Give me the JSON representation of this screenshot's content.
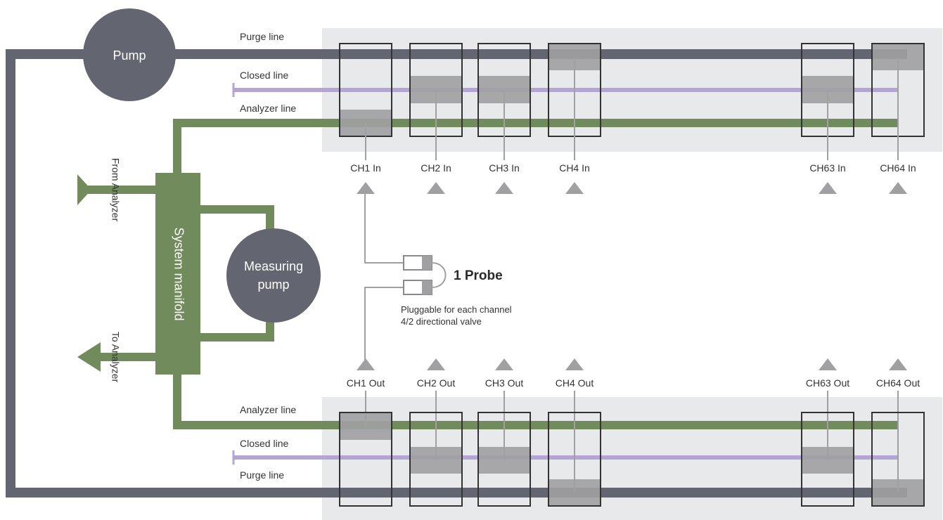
{
  "labels": {
    "pump": "Pump",
    "measuring_pump_line1": "Measuring",
    "measuring_pump_line2": "pump",
    "system_manifold": "System manifold",
    "from_analyzer": "From Analyzer",
    "to_analyzer": "To Analyzer",
    "probe": "1 Probe",
    "probe_note_line1": "Pluggable for each channel",
    "probe_note_line2": "4/2 directional valve"
  },
  "top_lines": {
    "purge": "Purge line",
    "closed": "Closed line",
    "analyzer": "Analyzer line"
  },
  "bottom_lines": {
    "analyzer": "Analyzer line",
    "closed": "Closed line",
    "purge": "Purge line"
  },
  "inputs": [
    "CH1 In",
    "CH2 In",
    "CH3 In",
    "CH4 In",
    "CH63 In",
    "CH64 In"
  ],
  "outputs": [
    "CH1 Out",
    "CH2 Out",
    "CH3 Out",
    "CH4 Out",
    "CH63 Out",
    "CH64 Out"
  ],
  "colors": {
    "purge_line": "#636670",
    "closed_line": "#b3a5d4",
    "analyzer_line": "#718b5d",
    "valve_box_fill": "#a0a0a2",
    "panel": "#e8e9eb"
  }
}
